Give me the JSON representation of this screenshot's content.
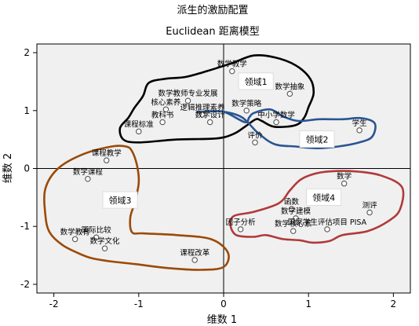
{
  "chart_data": {
    "type": "scatter",
    "title": "派生的激励配置",
    "subtitle": "Euclidean 距离模型",
    "xlabel": "维数 1",
    "ylabel": "维数 2",
    "xlim": [
      -2.2,
      2.2
    ],
    "ylim": [
      -2.15,
      2.15
    ],
    "xticks": [
      -2,
      -1,
      0,
      1,
      2
    ],
    "yticks": [
      -2,
      -1,
      0,
      1,
      2
    ],
    "plot_background": "#f0f0f0",
    "point_color": "#555555",
    "points": [
      {
        "label": "数学教学",
        "x": 0.1,
        "y": 1.68
      },
      {
        "label": "数学抽象",
        "x": 0.78,
        "y": 1.29
      },
      {
        "label": "数学教师专业发展",
        "x": -0.42,
        "y": 1.17
      },
      {
        "label": "核心素养",
        "x": -0.68,
        "y": 1.02
      },
      {
        "label": "逻辑推理素养",
        "x": -0.25,
        "y": 0.93
      },
      {
        "label": "数学策略",
        "x": 0.27,
        "y": 1.0
      },
      {
        "label": "中小学数学",
        "x": 0.62,
        "y": 0.8
      },
      {
        "label": "课程标准",
        "x": -1.0,
        "y": 0.64
      },
      {
        "label": "教科书",
        "x": -0.72,
        "y": 0.8
      },
      {
        "label": "数学设计",
        "x": -0.16,
        "y": 0.8
      },
      {
        "label": "评价",
        "x": 0.37,
        "y": 0.45
      },
      {
        "label": "学生",
        "x": 1.6,
        "y": 0.66
      },
      {
        "label": "课程教学",
        "x": -1.38,
        "y": 0.14
      },
      {
        "label": "数学课程",
        "x": -1.6,
        "y": -0.18
      },
      {
        "label": "数学",
        "x": 1.42,
        "y": -0.26
      },
      {
        "label": "函数",
        "x": 0.8,
        "y": -0.7
      },
      {
        "label": "测评",
        "x": 1.72,
        "y": -0.76
      },
      {
        "label": "因子分析",
        "x": 0.2,
        "y": -1.05
      },
      {
        "label": "数学建模",
        "x": 0.85,
        "y": -0.86
      },
      {
        "label": "国家学生评估项目 PISA",
        "x": 1.22,
        "y": -1.05
      },
      {
        "label": "数学核心素",
        "x": 0.82,
        "y": -1.08
      },
      {
        "label": "数学教育",
        "x": -1.75,
        "y": -1.22
      },
      {
        "label": "国际比较",
        "x": -1.5,
        "y": -1.19
      },
      {
        "label": "数学文化",
        "x": -1.4,
        "y": -1.38
      },
      {
        "label": "课程改革",
        "x": -0.34,
        "y": -1.58
      }
    ],
    "regions": [
      {
        "label": "领域1",
        "color": "#000000",
        "label_at": [
          0.38,
          1.5
        ],
        "outline": [
          [
            -0.88,
            1.48
          ],
          [
            -0.68,
            1.55
          ],
          [
            -0.45,
            1.58
          ],
          [
            -0.2,
            1.68
          ],
          [
            0.1,
            1.82
          ],
          [
            0.35,
            1.95
          ],
          [
            0.6,
            1.92
          ],
          [
            0.85,
            1.78
          ],
          [
            1.02,
            1.55
          ],
          [
            1.06,
            1.3
          ],
          [
            1.0,
            1.06
          ],
          [
            0.95,
            0.88
          ],
          [
            0.85,
            0.75
          ],
          [
            0.6,
            0.72
          ],
          [
            0.45,
            0.82
          ],
          [
            0.38,
            0.85
          ],
          [
            0.25,
            0.72
          ],
          [
            0.12,
            0.6
          ],
          [
            -0.08,
            0.52
          ],
          [
            -0.55,
            0.5
          ],
          [
            -1.0,
            0.45
          ],
          [
            -1.18,
            0.5
          ],
          [
            -1.22,
            0.7
          ],
          [
            -1.12,
            0.88
          ],
          [
            -1.05,
            1.05
          ],
          [
            -0.95,
            1.25
          ],
          [
            -0.88,
            1.48
          ]
        ]
      },
      {
        "label": "领域2",
        "color": "#2a5592",
        "label_at": [
          1.1,
          0.5
        ],
        "outline": [
          [
            -0.3,
            0.98
          ],
          [
            -0.2,
            0.98
          ],
          [
            0.0,
            0.98
          ],
          [
            0.25,
            0.8
          ],
          [
            0.3,
            0.88
          ],
          [
            0.36,
            0.96
          ],
          [
            0.55,
            1.02
          ],
          [
            0.7,
            0.9
          ],
          [
            0.88,
            0.82
          ],
          [
            1.12,
            0.85
          ],
          [
            1.4,
            0.85
          ],
          [
            1.62,
            0.87
          ],
          [
            1.78,
            0.78
          ],
          [
            1.75,
            0.55
          ],
          [
            1.6,
            0.45
          ],
          [
            1.35,
            0.38
          ],
          [
            1.1,
            0.35
          ],
          [
            0.85,
            0.38
          ],
          [
            0.6,
            0.42
          ],
          [
            0.4,
            0.62
          ],
          [
            0.22,
            0.88
          ],
          [
            0.0,
            0.98
          ],
          [
            -0.3,
            0.98
          ]
        ]
      },
      {
        "label": "领域3",
        "color": "#9a4a07",
        "label_at": [
          -1.22,
          -0.55
        ],
        "outline": [
          [
            -1.15,
            0.38
          ],
          [
            -1.32,
            0.38
          ],
          [
            -1.65,
            0.25
          ],
          [
            -1.95,
            0.0
          ],
          [
            -2.1,
            -0.35
          ],
          [
            -2.1,
            -0.8
          ],
          [
            -2.05,
            -1.1
          ],
          [
            -1.9,
            -1.32
          ],
          [
            -1.7,
            -1.47
          ],
          [
            -1.55,
            -1.55
          ],
          [
            -1.35,
            -1.6
          ],
          [
            -1.05,
            -1.65
          ],
          [
            -0.65,
            -1.72
          ],
          [
            -0.28,
            -1.75
          ],
          [
            0.0,
            -1.7
          ],
          [
            0.05,
            -1.45
          ],
          [
            -0.15,
            -1.22
          ],
          [
            -0.55,
            -1.15
          ],
          [
            -0.95,
            -1.12
          ],
          [
            -1.08,
            -1.1
          ],
          [
            -1.1,
            -0.85
          ],
          [
            -1.05,
            -0.6
          ],
          [
            -1.0,
            -0.25
          ],
          [
            -1.02,
            0.05
          ],
          [
            -1.08,
            0.3
          ],
          [
            -1.15,
            0.38
          ]
        ]
      },
      {
        "label": "领域4",
        "color": "#b03a3a",
        "label_at": [
          1.18,
          -0.5
        ],
        "outline": [
          [
            1.25,
            -0.05
          ],
          [
            1.55,
            -0.05
          ],
          [
            1.85,
            -0.12
          ],
          [
            2.1,
            -0.32
          ],
          [
            2.08,
            -0.7
          ],
          [
            1.95,
            -0.9
          ],
          [
            1.7,
            -1.08
          ],
          [
            1.4,
            -1.15
          ],
          [
            1.25,
            -1.25
          ],
          [
            1.05,
            -1.28
          ],
          [
            0.9,
            -1.24
          ],
          [
            0.7,
            -1.22
          ],
          [
            0.5,
            -1.15
          ],
          [
            0.35,
            -1.18
          ],
          [
            0.15,
            -1.15
          ],
          [
            0.08,
            -0.98
          ],
          [
            0.12,
            -0.82
          ],
          [
            0.35,
            -0.75
          ],
          [
            0.65,
            -0.6
          ],
          [
            0.78,
            -0.38
          ],
          [
            0.9,
            -0.2
          ],
          [
            1.05,
            -0.1
          ],
          [
            1.25,
            -0.05
          ]
        ]
      }
    ]
  }
}
